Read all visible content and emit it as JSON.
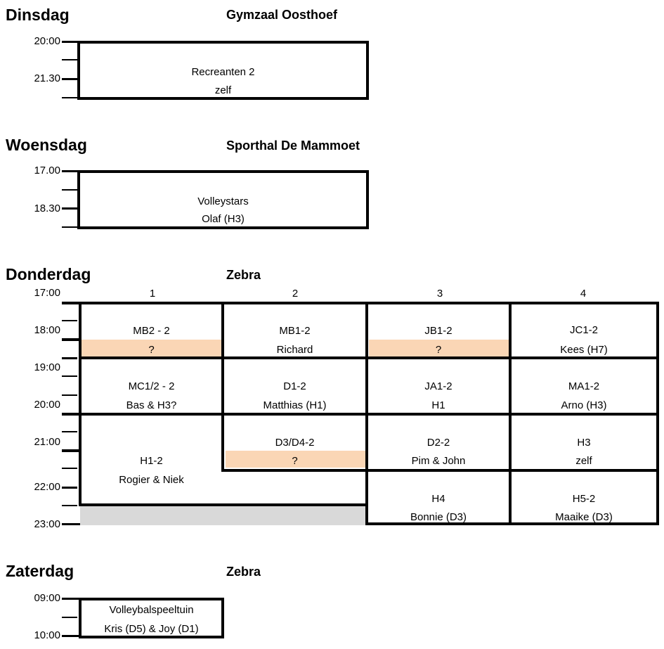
{
  "tuesday": {
    "day": "Dinsdag",
    "venue": "Gymzaal Oosthoef",
    "times": [
      "20:00",
      "21.30"
    ],
    "block": {
      "name": "Recreanten 2",
      "trainer": "zelf"
    }
  },
  "wednesday": {
    "day": "Woensdag",
    "venue": "Sporthal De Mammoet",
    "times": [
      "17.00",
      "18.30"
    ],
    "block": {
      "name": "Volleystars",
      "trainer": "Olaf (H3)"
    }
  },
  "thursday": {
    "day": "Donderdag",
    "venue": "Zebra",
    "columns": [
      "1",
      "2",
      "3",
      "4"
    ],
    "times": [
      "17:00",
      "18:00",
      "19:00",
      "20:00",
      "21:00",
      "22:00",
      "23:00"
    ],
    "slots": {
      "r1c1": {
        "name": "MB2 - 2",
        "trainer": "?"
      },
      "r1c2": {
        "name": "MB1-2",
        "trainer": "Richard"
      },
      "r1c3": {
        "name": "JB1-2",
        "trainer": "?"
      },
      "r1c4": {
        "name": "JC1-2",
        "trainer": "Kees (H7)"
      },
      "r2c1": {
        "name": "MC1/2 - 2",
        "trainer": "Bas & H3?"
      },
      "r2c2": {
        "name": "D1-2",
        "trainer": "Matthias (H1)"
      },
      "r2c3": {
        "name": "JA1-2",
        "trainer": "H1"
      },
      "r2c4": {
        "name": "MA1-2",
        "trainer": "Arno (H3)"
      },
      "r3c1": {
        "name": "H1-2",
        "trainer": "Rogier & Niek"
      },
      "r3c2": {
        "name": "D3/D4-2",
        "trainer": "?"
      },
      "r3c3": {
        "name": "D2-2",
        "trainer": "Pim & John"
      },
      "r3c4": {
        "name": "H3",
        "trainer": "zelf"
      },
      "r4c3": {
        "name": "H4",
        "trainer": "Bonnie (D3)"
      },
      "r4c4": {
        "name": "H5-2",
        "trainer": "Maaike (D3)"
      }
    },
    "highlight_color": "#fad6b5",
    "unused_color": "#d9d9d9"
  },
  "saturday": {
    "day": "Zaterdag",
    "venue": "Zebra",
    "times": [
      "09:00",
      "10:00"
    ],
    "block": {
      "name": "Volleybalspeeltuin",
      "trainer": "Kris (D5) & Joy (D1)"
    }
  }
}
